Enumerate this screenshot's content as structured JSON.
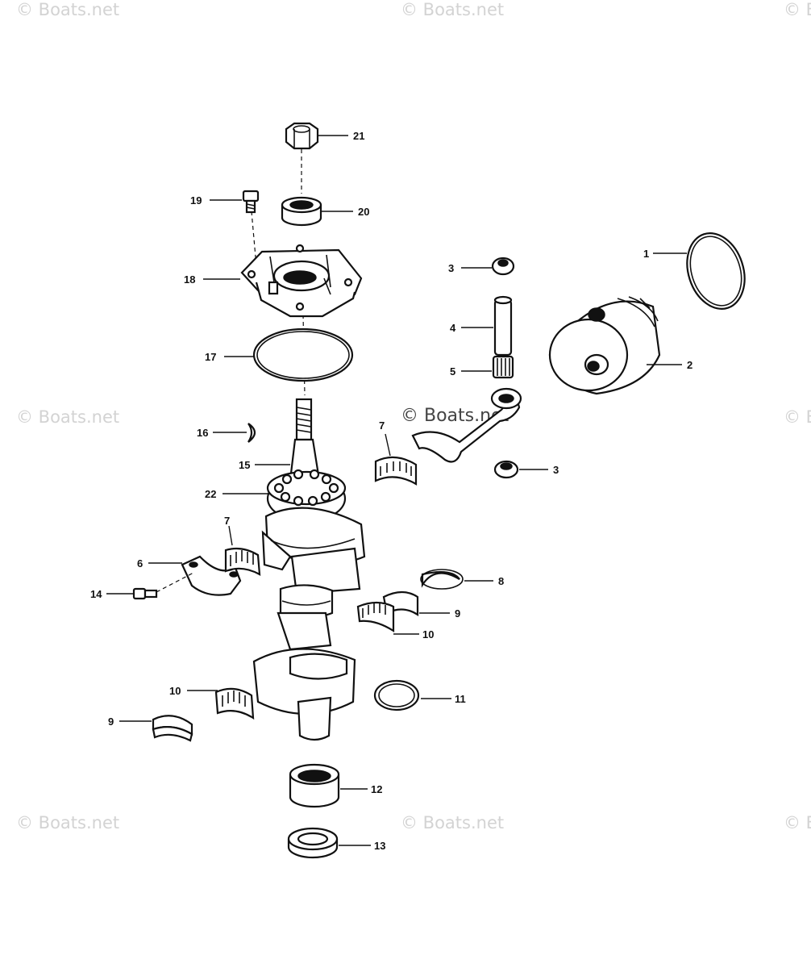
{
  "watermarks": {
    "text": "© Boats.net",
    "center_text": "© Boats.net",
    "edge_fragment": "© B"
  },
  "callouts": {
    "c1": "1",
    "c2": "2",
    "c3a": "3",
    "c3b": "3",
    "c4": "4",
    "c5": "5",
    "c6": "6",
    "c7a": "7",
    "c7b": "7",
    "c8": "8",
    "c9a": "9",
    "c9b": "9",
    "c10a": "10",
    "c10b": "10",
    "c11": "11",
    "c12": "12",
    "c13": "13",
    "c14": "14",
    "c15": "15",
    "c16": "16",
    "c17": "17",
    "c18": "18",
    "c19": "19",
    "c20": "20",
    "c21": "21",
    "c22": "22"
  }
}
